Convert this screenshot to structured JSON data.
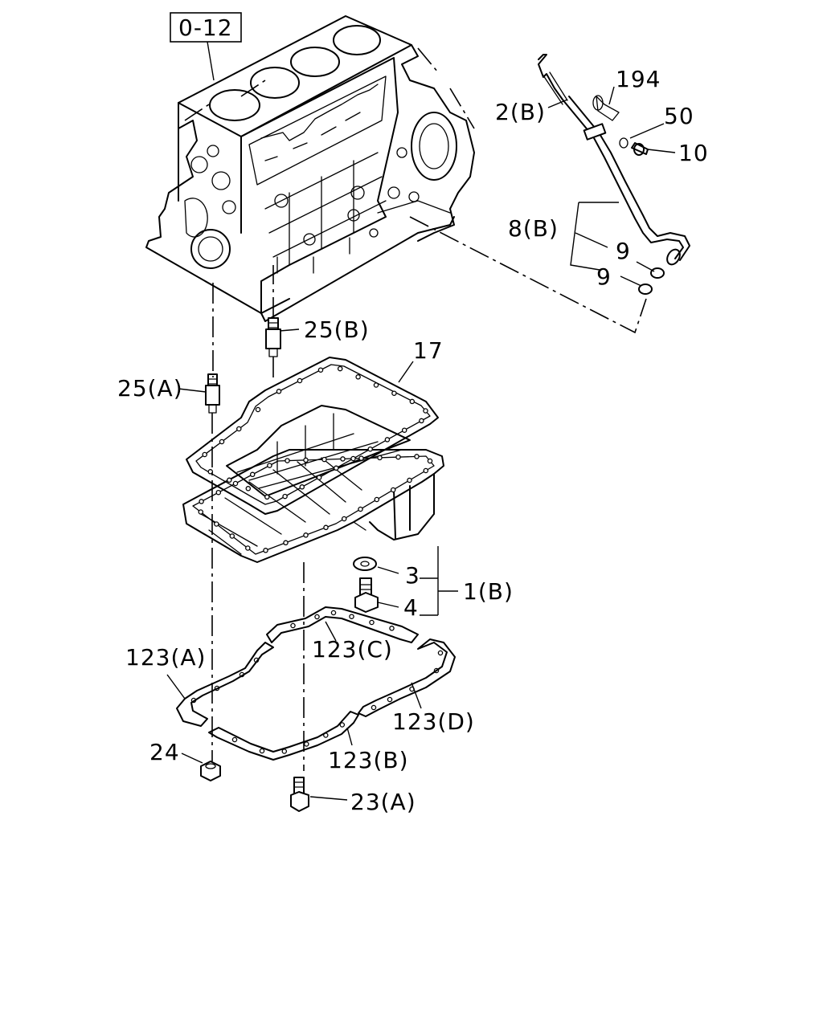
{
  "reference_box": {
    "label": "0-12"
  },
  "labels": {
    "p194": "194",
    "p2b": "2(B)",
    "p50": "50",
    "p10": "10",
    "p8b": "8(B)",
    "p9a": "9",
    "p9b": "9",
    "p25b": "25(B)",
    "p17": "17",
    "p25a": "25(A)",
    "p3": "3",
    "p1b": "1(B)",
    "p4": "4",
    "p123a": "123(A)",
    "p123c": "123(C)",
    "p123d": "123(D)",
    "p123b": "123(B)",
    "p24": "24",
    "p23a": "23(A)"
  },
  "icons": {
    "engine_block": "cylinder-block-icon",
    "oil_pan": "oil-pan-icon",
    "gasket": "gasket-icon",
    "dipstick": "dipstick-guide-tube-icon"
  }
}
